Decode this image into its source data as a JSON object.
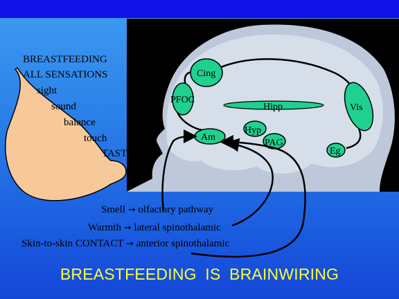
{
  "sensations": {
    "heading1": "BREASTFEEDING",
    "heading2": "ALL SENSATIONS",
    "items": [
      "sight",
      "sound",
      "balance",
      "touch",
      "TAST"
    ]
  },
  "brain_labels": {
    "cing": "Cing",
    "pfoc": "PFOC",
    "hipp": "Hipp",
    "vis": "Vis",
    "am": "Am",
    "hyp": "Hyp",
    "pag": "PAG",
    "eg": "Eg"
  },
  "pathways": [
    {
      "sense": "Smell",
      "path": "olfactory pathway"
    },
    {
      "sense": "Warmth",
      "path": "lateral spinothalamic"
    },
    {
      "sense": "Skin-to-skin CONTACT",
      "path": "anterior spinothalamic"
    }
  ],
  "arrow_symbol": "→",
  "title": "BREASTFEEDING   IS  BRAINWIRING",
  "colors": {
    "top_band": "#1010e8",
    "brain_background": "#000000",
    "brain_region": "#1fd08f",
    "breast": "#f7c89a",
    "title_text": "#ffff33"
  }
}
